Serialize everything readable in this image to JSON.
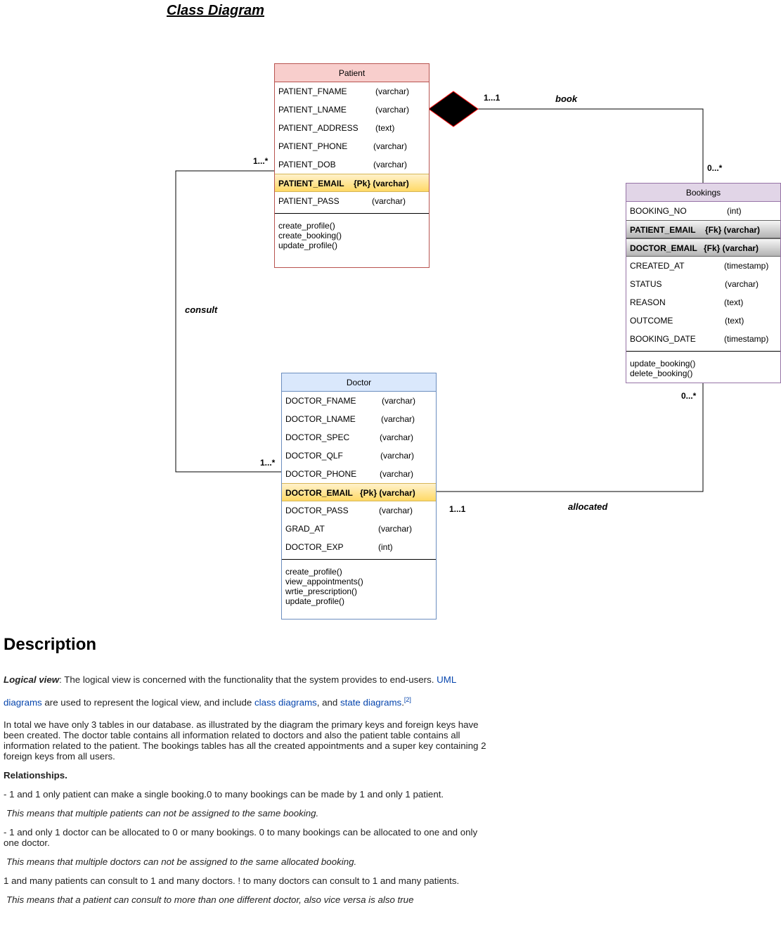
{
  "title": "Class Diagram",
  "patient": {
    "name": "Patient",
    "attributes": [
      {
        "name": "PATIENT_FNAME",
        "type": "(varchar)"
      },
      {
        "name": "PATIENT_LNAME",
        "type": "(varchar)"
      },
      {
        "name": "PATIENT_ADDRESS",
        "type": "(text)"
      },
      {
        "name": "PATIENT_PHONE",
        "type": "(varchar)"
      },
      {
        "name": "PATIENT_DOB",
        "type": "(varchar)"
      },
      {
        "name": "PATIENT_EMAIL",
        "type": "{Pk} (varchar)"
      },
      {
        "name": "PATIENT_PASS",
        "type": "(varchar)"
      }
    ],
    "methods": [
      "create_profile()",
      "create_booking()",
      "update_profile()"
    ]
  },
  "doctor": {
    "name": "Doctor",
    "attributes": [
      {
        "name": "DOCTOR_FNAME",
        "type": "(varchar)"
      },
      {
        "name": "DOCTOR_LNAME",
        "type": "(varchar)"
      },
      {
        "name": "DOCTOR_SPEC",
        "type": "(varchar)"
      },
      {
        "name": "DOCTOR_QLF",
        "type": "(varchar)"
      },
      {
        "name": "DOCTOR_PHONE",
        "type": "(varchar)"
      },
      {
        "name": "DOCTOR_EMAIL",
        "type": "{Pk} (varchar)"
      },
      {
        "name": "DOCTOR_PASS",
        "type": "(varchar)"
      },
      {
        "name": "GRAD_AT",
        "type": "(varchar)"
      },
      {
        "name": "DOCTOR_EXP",
        "type": "(int)"
      }
    ],
    "methods": [
      "create_profile()",
      "view_appointments()",
      "wrtie_prescription()",
      "update_profile()"
    ]
  },
  "bookings": {
    "name": "Bookings",
    "attributes": [
      {
        "name": "BOOKING_NO",
        "type": "(int)"
      },
      {
        "name": "PATIENT_EMAIL",
        "type": "{Fk}  (varchar)"
      },
      {
        "name": "DOCTOR_EMAIL",
        "type": "{Fk}  (varchar)"
      },
      {
        "name": "CREATED_AT",
        "type": "(timestamp)"
      },
      {
        "name": "STATUS",
        "type": "(varchar)"
      },
      {
        "name": "REASON",
        "type": "(text)"
      },
      {
        "name": "OUTCOME",
        "type": "(text)"
      },
      {
        "name": "BOOKING_DATE",
        "type": "(timestamp)"
      }
    ],
    "methods": [
      "update_booking()",
      "delete_booking()"
    ]
  },
  "relations": {
    "book": {
      "label": "book",
      "mult_patient": "1...1",
      "mult_bookings": "0...*"
    },
    "consult": {
      "label": "consult",
      "mult_patient": "1...*",
      "mult_doctor": "1...*"
    },
    "allocated": {
      "label": "allocated",
      "mult_doctor": "1...1",
      "mult_bookings": "0...*"
    }
  },
  "colors": {
    "patient_fill": "#f8cecc",
    "patient_border": "#b85450",
    "doctor_fill": "#dae8fc",
    "doctor_border": "#6c8ebf",
    "bookings_fill": "#e1d5e7",
    "bookings_border": "#9673a6",
    "pk_fill": "#ffd966",
    "fk_fill": "#b3b3b3",
    "link": "#0645ad"
  },
  "description": {
    "heading": "Description",
    "logical_label": "Logical view",
    "logical_text_1": ": The logical view is concerned with the functionality that the system provides to end-users. ",
    "link_uml": "UML diagrams",
    "logical_text_2": " are used to represent the logical view, and include ",
    "link_class": "class diagrams",
    "logical_text_3": ", and ",
    "link_state": "state diagrams",
    "logical_text_4": ".",
    "ref": "[2]",
    "para_tables": "In total we have only 3 tables in our database. as illustrated by the diagram the primary keys and foreign keys have been created. The doctor table contains all information related to doctors and also the patient table contains all information related to the patient. The bookings tables has all the created appointments and a super key  containing 2 foreign keys from all users.",
    "relationships_heading": "Relationships.",
    "rel1": "- 1 and 1 only patient can make a single booking.0 to many bookings can be made by 1 and only 1 patient.",
    "rel1_note": "This means that multiple patients can not be assigned to the same booking.",
    "rel2": "- 1 and only 1 doctor can be allocated to 0 or many bookings. 0 to many bookings can be allocated to one and only one doctor.",
    "rel2_note": "This means that multiple doctors can not be assigned to the same allocated booking.",
    "rel3": "1 and many patients can consult to 1 and many doctors. ! to many doctors can consult to 1 and many patients.",
    "rel3_note": "This means that a patient can consult to more than one different doctor, also vice versa is also true"
  }
}
